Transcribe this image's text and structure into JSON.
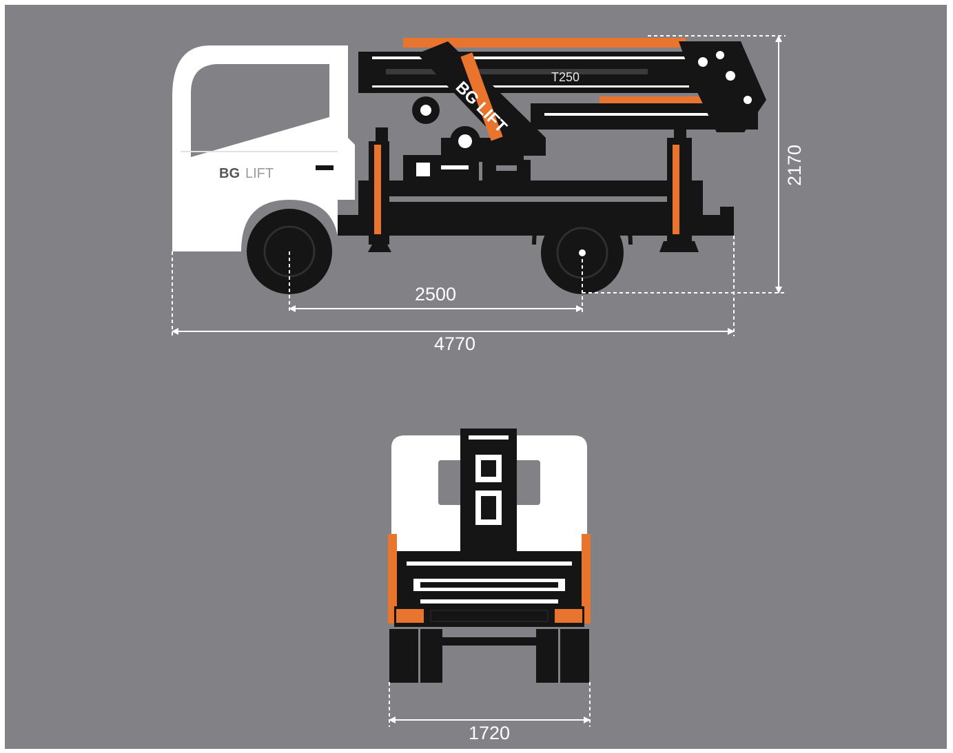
{
  "colors": {
    "background": "#828186",
    "body_white": "#ffffff",
    "machine_black": "#151515",
    "accent_orange": "#e8742e",
    "dimension_line": "#ffffff"
  },
  "side_view": {
    "cab_logo_primary": "BG",
    "cab_logo_secondary": "LIFT",
    "boom_logo": "BG LIFT",
    "model_label": "T250",
    "dimensions": {
      "wheelbase": "2500",
      "overall_length": "4770",
      "overall_height": "2170"
    }
  },
  "front_view": {
    "dimensions": {
      "overall_width": "1720"
    }
  }
}
